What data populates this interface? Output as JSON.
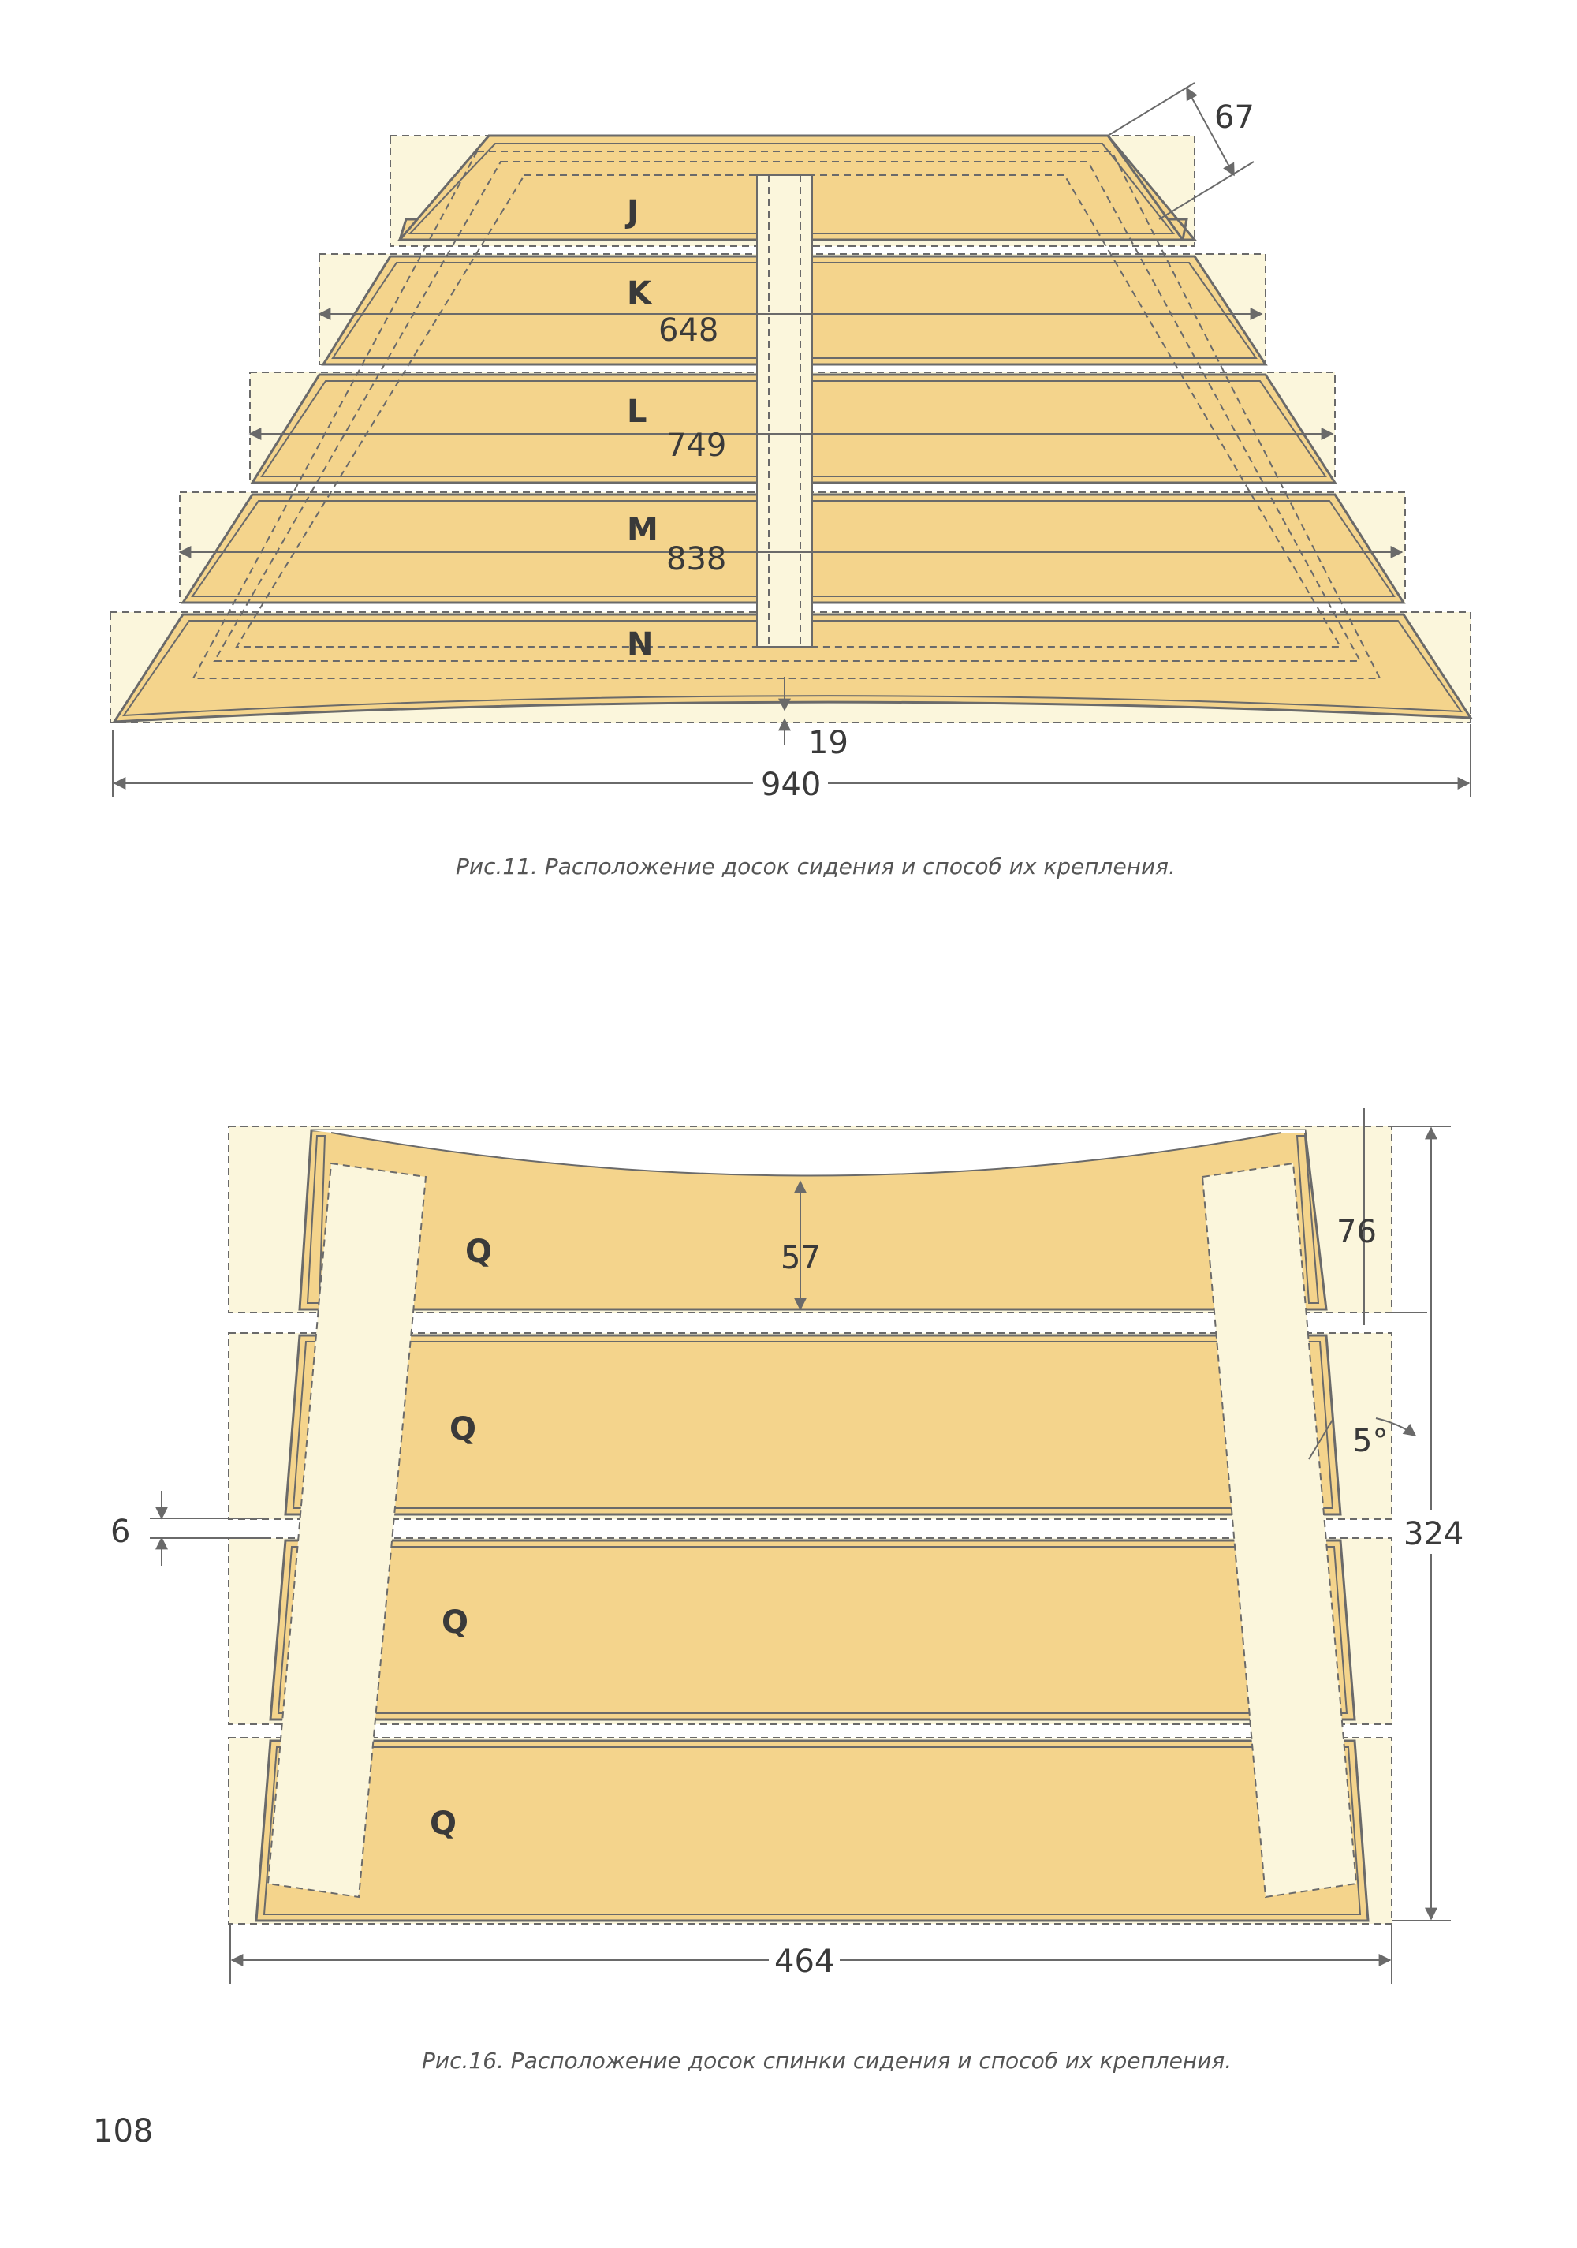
{
  "figure11": {
    "labels": {
      "J": "J",
      "K": "K",
      "L": "L",
      "M": "M",
      "N": "N"
    },
    "dimensions": {
      "d67": "67",
      "d648": "648",
      "d749": "749",
      "d838": "838",
      "d19": "19",
      "d940": "940"
    },
    "caption": "Рис.11. Расположение досок сидения и способ их крепления."
  },
  "figure16": {
    "labels": {
      "q1": "Q",
      "q2": "Q",
      "q3": "Q",
      "q4": "Q"
    },
    "dimensions": {
      "d57": "57",
      "d76": "76",
      "d5deg": "5°",
      "d6": "6",
      "d324": "324",
      "d464": "464"
    },
    "caption": "Рис.16. Расположение досок спинки сидения и способ их крепления."
  },
  "page_number": "108"
}
